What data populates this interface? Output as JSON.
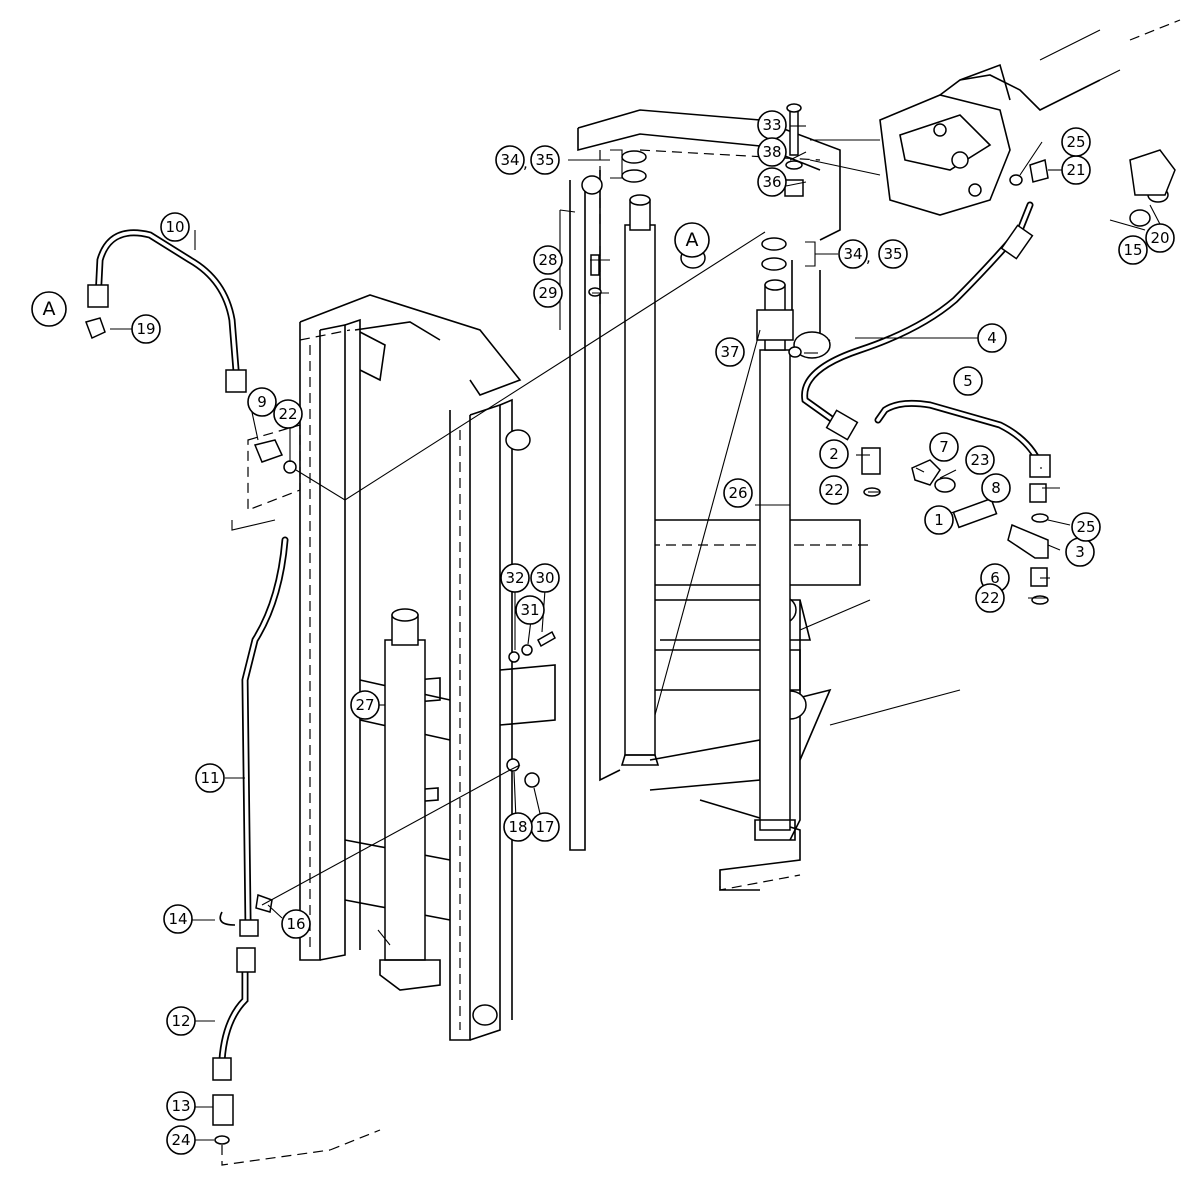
{
  "callouts": {
    "c1": "1",
    "c2": "2",
    "c3": "3",
    "c4": "4",
    "c5": "5",
    "c6": "6",
    "c7": "7",
    "c8": "8",
    "c9": "9",
    "c10": "10",
    "c11": "11",
    "c12": "12",
    "c13": "13",
    "c14": "14",
    "c15": "15",
    "c16": "16",
    "c17": "17",
    "c18": "18",
    "c19": "19",
    "c20": "20",
    "c21": "21",
    "c22a": "22",
    "c22b": "22",
    "c22c": "22",
    "c23": "23",
    "c24": "24",
    "c25a": "25",
    "c25b": "25",
    "c26": "26",
    "c27": "27",
    "c28": "28",
    "c29": "29",
    "c30": "30",
    "c31": "31",
    "c32": "32",
    "c33": "33",
    "c34a": "34",
    "c35a": "35",
    "c34b": "34",
    "c35b": "35",
    "c36": "36",
    "c37": "37",
    "c38": "38",
    "sep": ",",
    "refA1": "A",
    "refA2": "A"
  }
}
